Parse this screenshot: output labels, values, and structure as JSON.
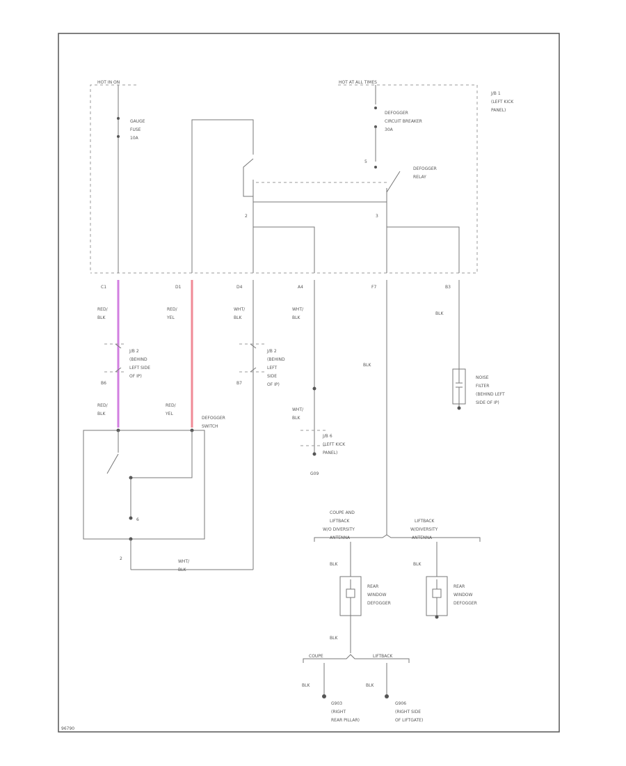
{
  "labels": {
    "hot_in_on": "HOT IN ON",
    "hot_at_all_times": "HOT AT ALL TIMES",
    "jb1": [
      "J/B 1",
      "(LEFT KICK",
      "PANEL)"
    ],
    "gauge_fuse": [
      "GAUGE",
      "FUSE",
      "10A"
    ],
    "defogger_cb": [
      "DEFOGGER",
      "CIRCUIT BREAKER",
      "30A"
    ],
    "defogger_relay": [
      "DEFOGGER",
      "RELAY"
    ],
    "relay_pin_left": "2",
    "relay_pin_top": "5",
    "relay_pin_right": "3",
    "conn_c1": "C1",
    "conn_d1": "D1",
    "conn_d4": "D4",
    "conn_a4": "A4",
    "conn_f7": "F7",
    "conn_b3": "B3",
    "wire_red_blk": [
      "RED/",
      "BLK"
    ],
    "wire_red_yel": [
      "RED/",
      "YEL"
    ],
    "wire_wht_blk": [
      "WHT/",
      "BLK"
    ],
    "wire_blk": "BLK",
    "jb2_left": [
      "J/B 2",
      "(BEHIND",
      "LEFT SIDE",
      "OF IP)"
    ],
    "jb2_right": [
      "J/B 2",
      "(BEHIND",
      "LEFT",
      "SIDE",
      "OF IP)"
    ],
    "pin_b6": "B6",
    "pin_b7": "B7",
    "noise_filter": [
      "NOISE",
      "FILTER",
      "(BEHIND LEFT",
      "SIDE OF IP)"
    ],
    "defogger_switch": [
      "DEFOGGER",
      "SWITCH"
    ],
    "jb_lower": [
      "J/B 6",
      "(LEFT KICK",
      "PANEL)"
    ],
    "ground_g09": "G09",
    "pin_6": "6",
    "pin_2": "2",
    "bottom_wire": [
      "WHT/",
      "BLK"
    ],
    "coupe_liftback": [
      "COUPE AND",
      "LIFTBACK",
      "W/O DIVERSITY",
      "ANTENNA"
    ],
    "liftback_div": [
      "LIFTBACK",
      "W/DIVERSITY",
      "ANTENNA"
    ],
    "rear_defogger_1": [
      "REAR",
      "WINDOW",
      "DEFOGGER"
    ],
    "rear_defogger_2": [
      "REAR",
      "WINDOW",
      "DEFOGGER"
    ],
    "coupe": "COUPE",
    "liftback": "LIFTBACK",
    "ground_left": [
      "G903",
      "(RIGHT",
      "REAR PILLAR)"
    ],
    "ground_right": [
      "G906",
      "(RIGHT SIDE",
      "OF LIFTGATE)"
    ],
    "footer_code": "96790"
  }
}
